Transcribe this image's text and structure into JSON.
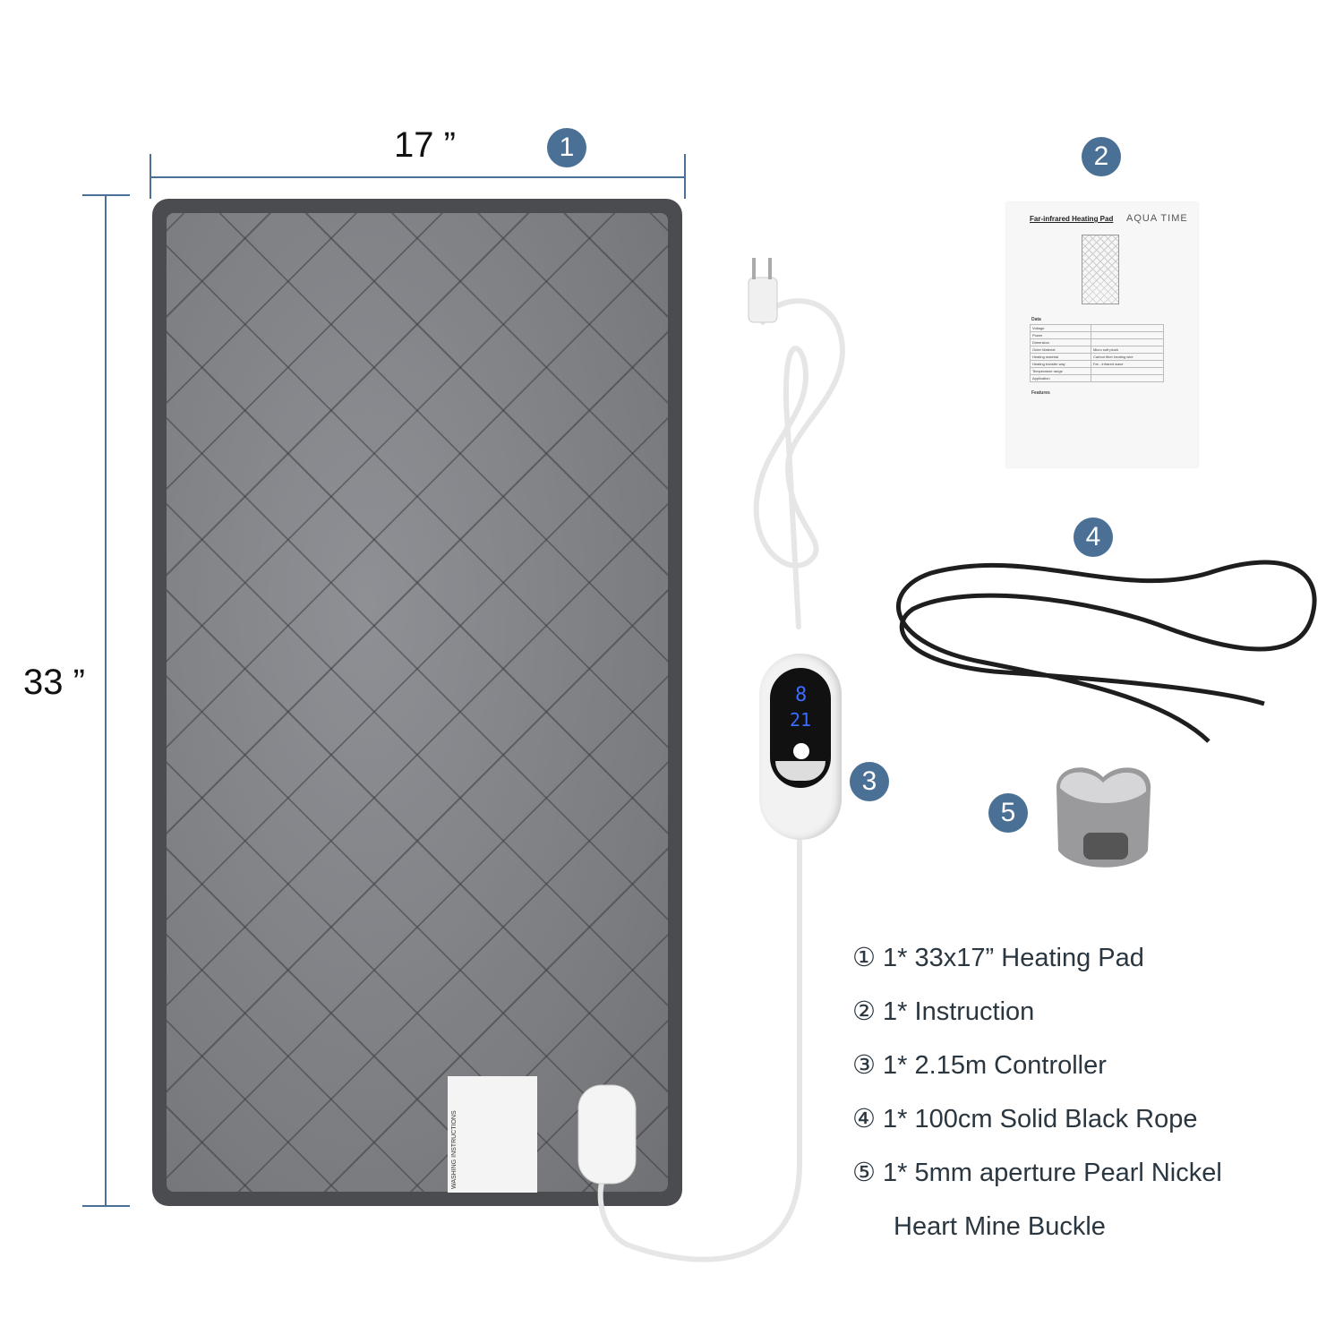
{
  "dimensions": {
    "width": "17 ”",
    "height": "33 ”"
  },
  "badges": [
    "1",
    "2",
    "3",
    "4",
    "5"
  ],
  "colors": {
    "badge": "#4a7095",
    "text": "#2a3640",
    "pad": "#7a7c80",
    "pad_border": "#4a4c50"
  },
  "pad": {
    "tag_text": "WASHING INSTRUCTIONS"
  },
  "instruction_sheet": {
    "title": "Far-infrared Heating Pad",
    "brand": "AQUA TIME",
    "data_heading": "Data",
    "rows": [
      {
        "label": "Voltage",
        "value": ""
      },
      {
        "label": "Power",
        "value": ""
      },
      {
        "label": "Dimension",
        "value": ""
      },
      {
        "label": "Outer Material",
        "value": "Micro soft plush"
      },
      {
        "label": "Heating material",
        "value": "Carbon fiber heating wire"
      },
      {
        "label": "Heating transfer way",
        "value": "Far - infrared wave"
      },
      {
        "label": "Temperature range",
        "value": ""
      },
      {
        "label": "Application",
        "value": ""
      }
    ],
    "features_heading": "Features"
  },
  "controller": {
    "display_top": "8",
    "display_bottom": "21"
  },
  "contents": [
    "① 1* 33x17” Heating Pad",
    "② 1* Instruction",
    "③ 1* 2.15m Controller",
    "④ 1* 100cm Solid Black Rope",
    "⑤ 1* 5mm aperture Pearl Nickel",
    "Heart Mine Buckle"
  ]
}
